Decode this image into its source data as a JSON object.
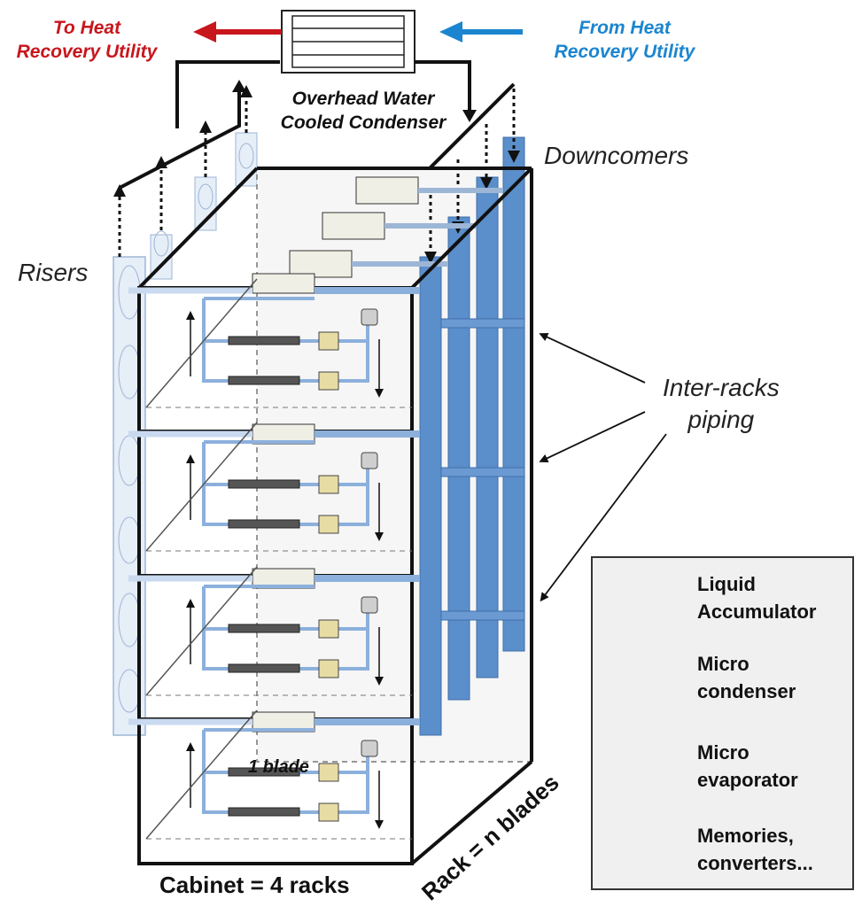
{
  "labels": {
    "to_heat": "To Heat\nRecovery Utility",
    "from_heat": "From Heat\nRecovery Utility",
    "overhead": "Overhead Water\nCooled Condenser",
    "downcomers": "Downcomers",
    "risers": "Risers",
    "inter_racks": "Inter-racks\npiping",
    "one_blade": "1 blade",
    "cabinet": "Cabinet = 4 racks",
    "rack": "Rack = n blades"
  },
  "legend": {
    "items": [
      {
        "icon": "liquid-accumulator-icon",
        "label": "Liquid\nAccumulator"
      },
      {
        "icon": "micro-condenser-icon",
        "label": "Micro\ncondenser"
      },
      {
        "icon": "micro-evaporator-icon",
        "label": "Micro\nevaporator"
      },
      {
        "icon": "memories-converters-icon",
        "label": "Memories,\nconverters..."
      }
    ]
  },
  "colors": {
    "to_heat": "#c8161d",
    "from_heat": "#1b85cf",
    "pipe": "#5b8fcb",
    "frame": "#111111"
  }
}
